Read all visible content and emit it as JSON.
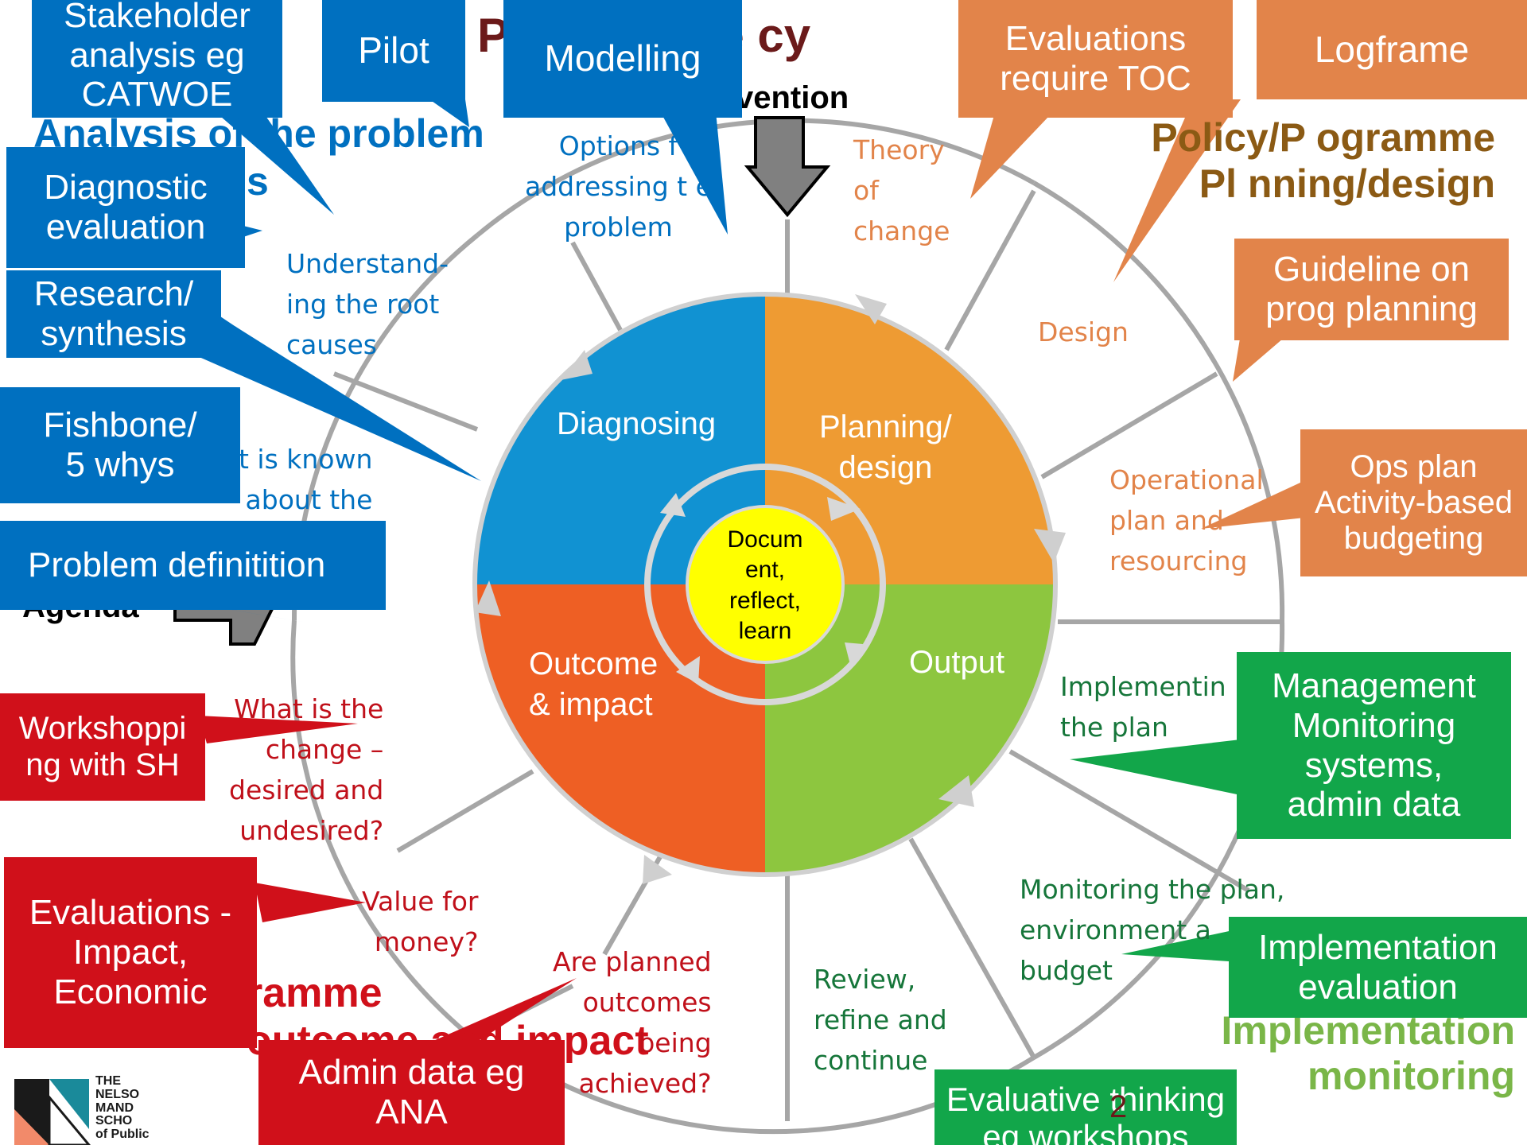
{
  "title": "P      ramme cy",
  "intervention_label": "vention",
  "agenda_label": "Agenda",
  "page_number": "2",
  "colors": {
    "blue": "#0070c0",
    "orange": "#e2844a",
    "green": "#12a64a",
    "red": "#d0101a",
    "diagnosing": "#1192d2",
    "planning": "#ee9b33",
    "output": "#8dc63f",
    "outcome": "#ee5f24",
    "center": "#ffff00",
    "title": "#6b1a1a"
  },
  "center_text": "Docum\nent,\nreflect,\nlearn",
  "quadrants": {
    "diagnosing": "Diagnosing",
    "planning": "Planning/\ndesign",
    "output": "Output",
    "outcome": "Outcome\n& impact"
  },
  "stage_headings": {
    "analysis": "Analysis of the problem",
    "analysis_line2": "s",
    "policy_planning": "Policy/P ogramme\nPl  nning/design",
    "implementation": "Poli\nImplementation\n  monitoring",
    "outcome_impact": "ramme\noutcome and impact"
  },
  "ring_texts": {
    "options": "Options f\naddressing t e\nproblem",
    "theory": "Theory\nof\nchange",
    "design": "Design",
    "operational": "Operational\nplan and\nresourcing",
    "implementing": "Implementin\nthe plan",
    "monitoring": "Monitoring the plan,\nenvironment a\nbudget",
    "review": "Review,\nrefine and\ncontinue",
    "planned_outcomes": "Are planned\noutcomes\nbeing\nachieved?",
    "value_money": "Value for\nmoney?",
    "change": "What is the\nchange –\ndesired and\nundesired?",
    "known": "t is known\nabout the\n n",
    "root_causes": "Understand-\ning the root\ncauses"
  },
  "callouts": {
    "stakeholder": "Stakeholder\nanalysis eg\nCATWOE",
    "pilot": "Pilot",
    "modelling": "Modelling",
    "evaluations_toc": "Evaluations\nrequire TOC",
    "logframe": "Logframe",
    "diagnostic": "Diagnostic\nevaluation",
    "guideline": "Guideline on\nprog planning",
    "research": "Research/\nsynthesis",
    "fishbone": "Fishbone/\n5 whys",
    "ops_plan": "Ops plan\nActivity-based\nbudgeting",
    "problem_def": "Problem definitition",
    "management": "Management\nMonitoring\nsystems,\nadmin data",
    "workshopping": "Workshoppi\nng with SH",
    "evaluations_impact": "Evaluations -\nImpact,\nEconomic",
    "implementation_eval": "Implementation\nevaluation",
    "admin_data": "Admin data eg\nANA",
    "evaluative": "Evaluative thinking\neg workshops"
  },
  "logo_text": "THE\nNELSO\nMAND\nSCHO\nof Public"
}
